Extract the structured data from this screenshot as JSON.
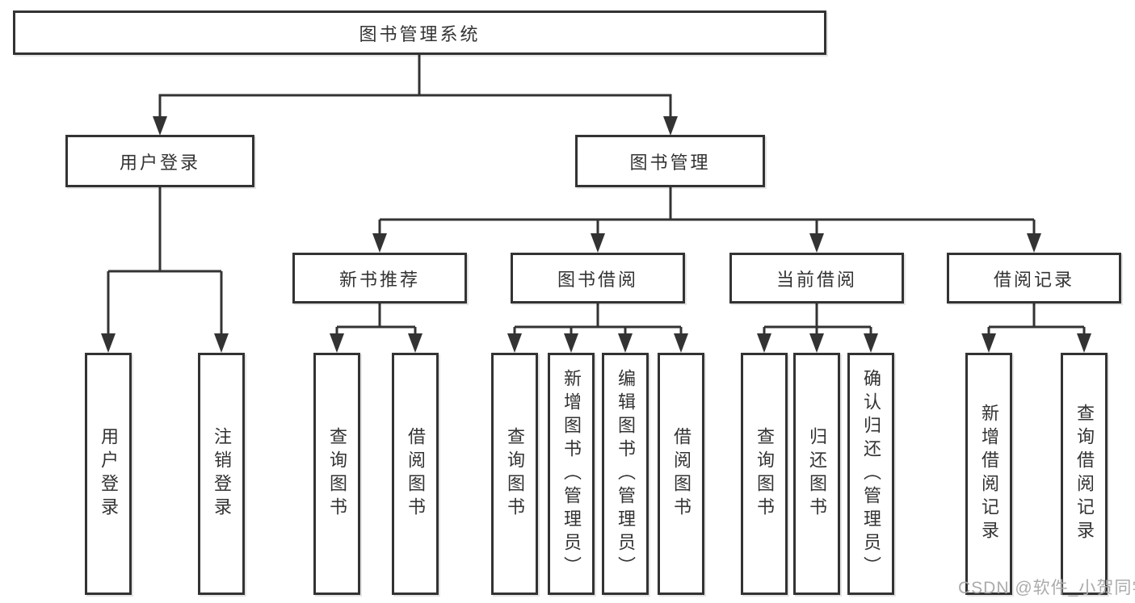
{
  "diagram_type": "hierarchy-tree",
  "tree": {
    "label": "图书管理系统",
    "children": [
      {
        "label": "用户登录",
        "children": [
          {
            "label": "用户登录"
          },
          {
            "label": "注销登录"
          }
        ]
      },
      {
        "label": "图书管理",
        "children": [
          {
            "label": "新书推荐",
            "children": [
              {
                "label": "查询图书"
              },
              {
                "label": "借阅图书"
              }
            ]
          },
          {
            "label": "图书借阅",
            "children": [
              {
                "label": "查询图书"
              },
              {
                "label": "新增图书（管理员）"
              },
              {
                "label": "编辑图书（管理员）"
              },
              {
                "label": "借阅图书"
              }
            ]
          },
          {
            "label": "当前借阅",
            "children": [
              {
                "label": "查询图书"
              },
              {
                "label": "归还图书"
              },
              {
                "label": "确认归还（管理员）"
              }
            ]
          },
          {
            "label": "借阅记录",
            "children": [
              {
                "label": "新增借阅记录"
              },
              {
                "label": "查询借阅记录"
              }
            ]
          }
        ]
      }
    ]
  },
  "watermark": "CSDN @软件_小贺同学",
  "colors": {
    "line": "#333333",
    "text": "#333333",
    "box_background": "#ffffff",
    "watermark": "#ababab"
  }
}
